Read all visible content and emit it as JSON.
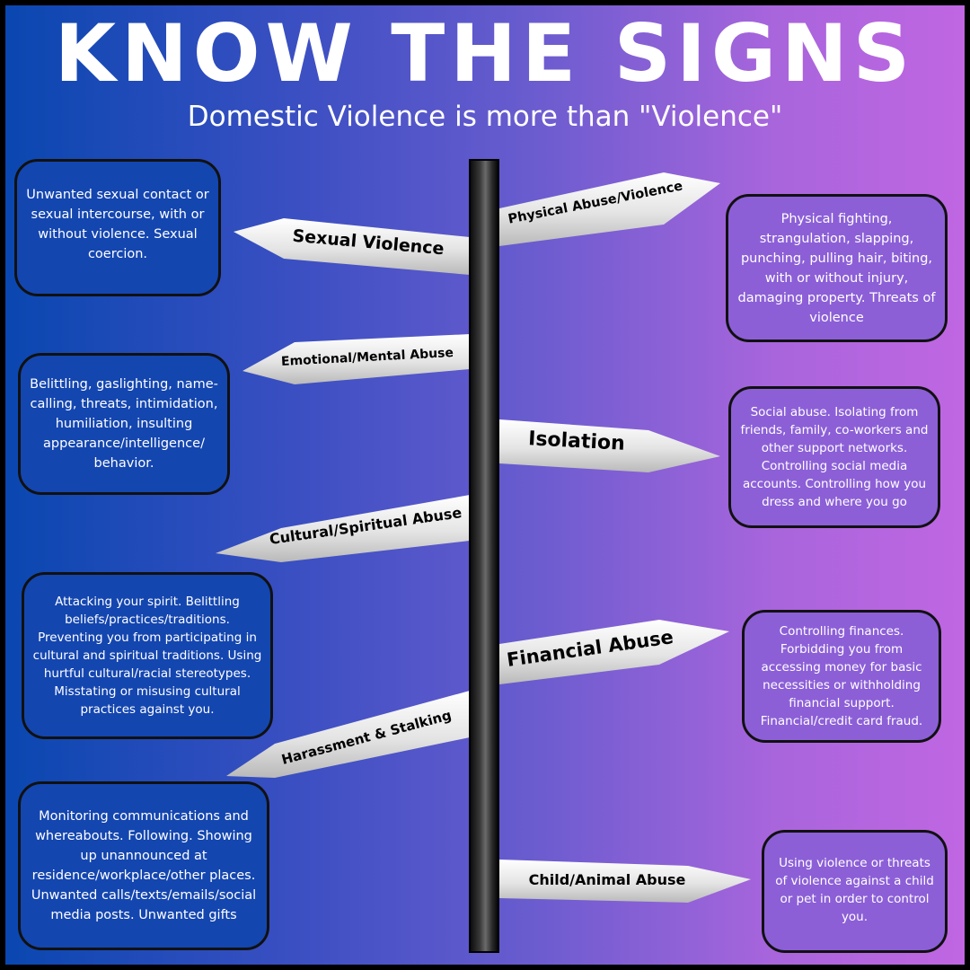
{
  "title": "KNOW THE SIGNS",
  "subtitle": "Domestic Violence is more than \"Violence\"",
  "signs": {
    "physical": "Physical Abuse/Violence",
    "sexual": "Sexual Violence",
    "emotional": "Emotional/Mental Abuse",
    "isolation": "Isolation",
    "cultural": "Cultural/Spiritual Abuse",
    "financial": "Financial Abuse",
    "harassment": "Harassment & Stalking",
    "child": "Child/Animal Abuse"
  },
  "descriptions": {
    "sexual": "Unwanted sexual contact or sexual intercourse, with or without violence. Sexual coercion.",
    "physical": "Physical fighting, strangulation, slapping, punching, pulling hair, biting, with or without injury, damaging property. Threats of violence",
    "emotional": "Belittling, gaslighting, name-calling, threats, intimidation, humiliation, insulting appearance/intelligence/ behavior.",
    "isolation": "Social abuse. Isolating from friends, family, co-workers and other support networks. Controlling social media accounts. Controlling how you dress and where you go",
    "cultural": "Attacking your spirit. Belittling beliefs/practices/traditions. Preventing you from participating in cultural and spiritual traditions. Using hurtful cultural/racial stereotypes. Misstating or misusing cultural practices against you.",
    "financial": "Controlling finances. Forbidding you from accessing money for basic necessities or withholding financial support. Financial/credit card fraud.",
    "harassment": "Monitoring communications and whereabouts. Following. Showing up unannounced at residence/workplace/other places.  Unwanted calls/texts/emails/social media posts. Unwanted gifts",
    "child": "Using violence or threats of violence against a child or pet in order to control you."
  },
  "colors": {
    "gradient_left": "#0a47b0",
    "gradient_right": "#c066e2",
    "box_left": "#1446b0",
    "box_right": "#8c5fd7",
    "sign_fill": "#e6e6e6"
  }
}
